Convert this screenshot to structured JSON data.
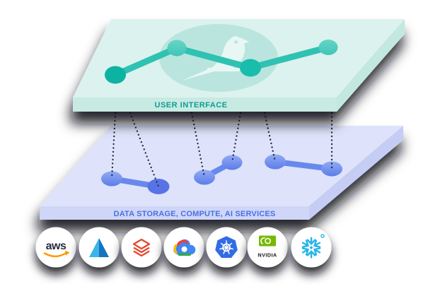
{
  "layers": [
    {
      "id": "user-interface",
      "label": "USER INTERFACE",
      "label_color": "#0f9d92",
      "face_color": "#dcf2ee",
      "band_color": "#c7eae2",
      "accent": "#2fc2b2",
      "icons": [
        "line-chart-icon",
        "canary-bird-icon"
      ]
    },
    {
      "id": "data-services",
      "label": "DATA STORAGE, COMPUTE, AI SERVICES",
      "label_color": "#4a70e4",
      "face_color": "#dee3fb",
      "band_color": "#cfd6f7",
      "accent": "#5c7de9",
      "icons": [
        "linked-nodes-icon"
      ]
    }
  ],
  "connectors": {
    "style": "dotted",
    "color": "#1f2947",
    "count": 6
  },
  "providers": [
    {
      "id": "aws",
      "icon": "aws-logo-icon",
      "text": "aws"
    },
    {
      "id": "azure",
      "icon": "azure-logo-icon"
    },
    {
      "id": "databricks",
      "icon": "databricks-logo-icon"
    },
    {
      "id": "google-cloud",
      "icon": "google-cloud-logo-icon"
    },
    {
      "id": "kubernetes",
      "icon": "kubernetes-logo-icon"
    },
    {
      "id": "nvidia",
      "icon": "nvidia-logo-icon",
      "text": "NVIDIA"
    },
    {
      "id": "snowflake",
      "icon": "snowflake-logo-icon"
    }
  ],
  "colors": {
    "teal_line": "#2fc2b2",
    "teal_node_dark": "#0cb2a2",
    "teal_node_light": "#5ed1c3",
    "mint_ellipse": "#bae5de",
    "bird_white": "#e9f7f4",
    "blue_node": "#5c7de9",
    "blue_connector": "#6888ec",
    "dotted_line": "#1f2947",
    "shadow": "#0d0f17",
    "aws_navy": "#252f3e",
    "aws_orange": "#ff9900",
    "azure_light": "#3cb4e8",
    "azure_dark": "#1673c1",
    "databricks_red": "#e8452f",
    "google_blue": "#4285f4",
    "google_red": "#ea4335",
    "google_yellow": "#fbbc05",
    "google_green": "#34a853",
    "kubernetes_blue": "#326ce5",
    "nvidia_green": "#76b900",
    "snowflake_blue": "#29b5e8"
  }
}
